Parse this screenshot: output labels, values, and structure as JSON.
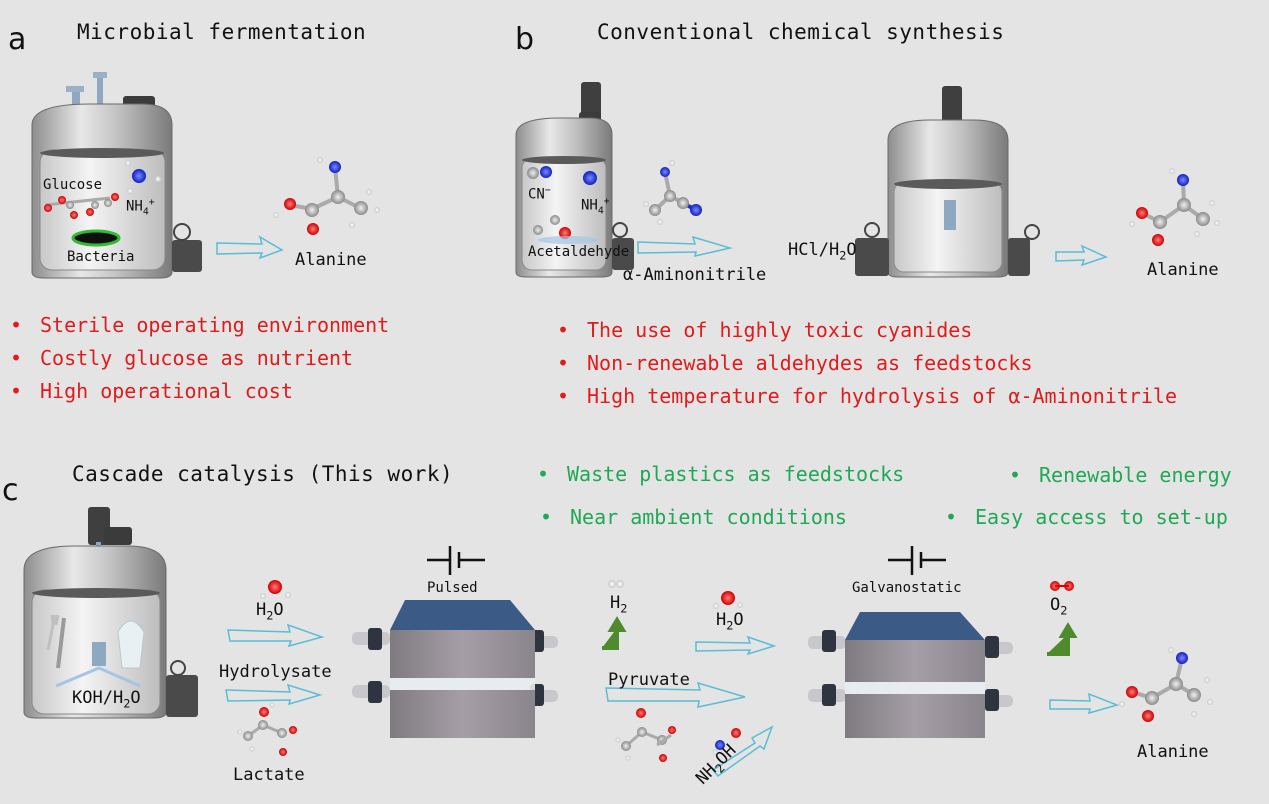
{
  "panels": {
    "a": {
      "letter": "a",
      "title": "Microbial fermentation",
      "reactor_labels": {
        "glucose": "Glucose",
        "ammonium": "NH",
        "ammonium_sub": "4",
        "ammonium_sup": "+",
        "bacteria": "Bacteria"
      },
      "product": "Alanine",
      "drawbacks": [
        "Sterile operating environment",
        "Costly glucose as nutrient",
        "High operational cost"
      ]
    },
    "b": {
      "letter": "b",
      "title": "Conventional chemical synthesis",
      "reactor1_labels": {
        "cyanide": "CN",
        "cyanide_sup": "−",
        "ammonium": "NH",
        "ammonium_sub": "4",
        "ammonium_sup": "+",
        "acetaldehyde": "Acetaldehyde"
      },
      "intermediate": "α-Aminonitrile",
      "reactor2_label": {
        "pre": "HCl/H",
        "sub": "2",
        "post": "O"
      },
      "product": "Alanine",
      "drawbacks": [
        "The use of highly toxic cyanides",
        "Non-renewable aldehydes as feedstocks",
        "High temperature for hydrolysis of α-Aminonitrile"
      ]
    },
    "c": {
      "letter": "c",
      "title": "Cascade catalysis (This work)",
      "advantages": [
        "Waste plastics as feedstocks",
        "Renewable energy",
        "Near ambient conditions",
        "Easy access to set-up"
      ],
      "reactor_label": {
        "pre": "KOH/H",
        "sub": "2",
        "post": "O"
      },
      "hydrolysate": "Hydrolysate",
      "lactate": "Lactate",
      "water1": {
        "pre": "H",
        "sub": "2",
        "post": "O"
      },
      "cell1_mode": "Pulsed",
      "h2": {
        "pre": "H",
        "sub": "2"
      },
      "pyruvate": "Pyruvate",
      "water2": {
        "pre": "H",
        "sub": "2",
        "post": "O"
      },
      "hydroxylamine": {
        "pre": "NH",
        "sub": "2",
        "post": "OH"
      },
      "cell2_mode": "Galvanostatic",
      "o2": {
        "pre": "O",
        "sub": "2"
      },
      "product": "Alanine"
    }
  },
  "colors": {
    "background": "#e4e4e4",
    "drawback_red": "#e01b1b",
    "advantage_green": "#1fa855",
    "arrow_cyan": "#5bbcd6",
    "gas_arrow_green": "#4f8a2e",
    "oxygen_red": "#e0141b",
    "nitrogen_blue": "#1b2fd6",
    "carbon_grey": "#9a9a9a",
    "cell_top_blue": "#3b5a86"
  }
}
